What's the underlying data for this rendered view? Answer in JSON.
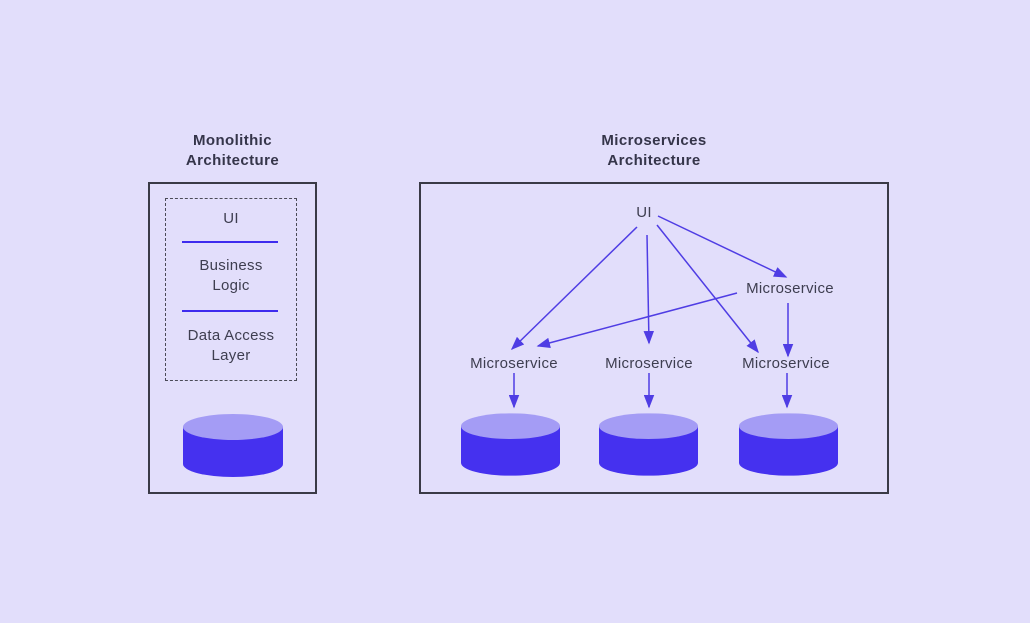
{
  "colors": {
    "background": "#e2defb",
    "box_border": "#3a3a46",
    "dashed_border": "#4b4b58",
    "text": "#3e3e50",
    "title_text": "#35354a",
    "arrow": "#4f3de4",
    "separator": "#3e2bee",
    "cylinder_body": "#4531ef",
    "cylinder_top": "#a49cf5"
  },
  "monolith": {
    "title": "Monolithic\nArchitecture",
    "layers": [
      "UI",
      "Business\nLogic",
      "Data Access\nLayer"
    ]
  },
  "microservices": {
    "title": "Microservices\nArchitecture",
    "ui_label": "UI",
    "top_service_label": "Microservice",
    "bottom_service_labels": [
      "Microservice",
      "Microservice",
      "Microservice"
    ]
  }
}
